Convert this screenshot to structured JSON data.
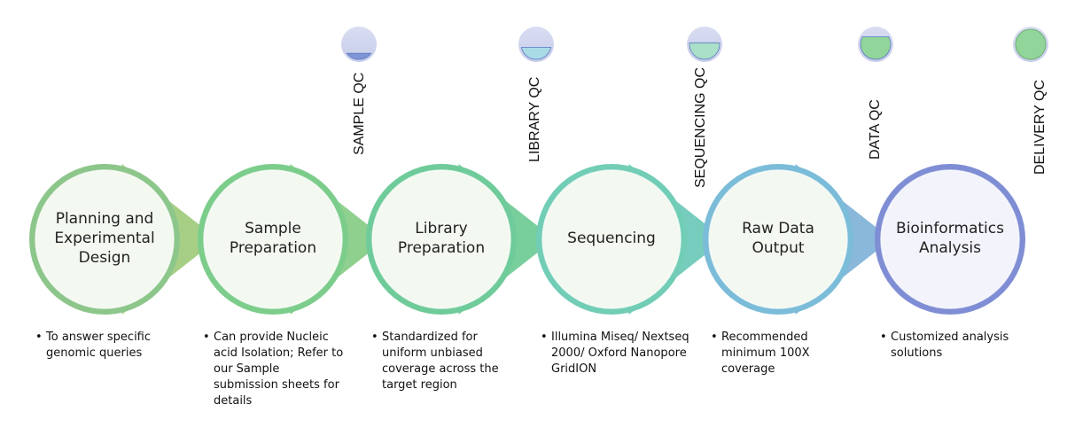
{
  "qc_checkpoints": [
    {
      "label": "SAMPLE QC",
      "level": 0.2,
      "color": "#7f95d6"
    },
    {
      "label": "LIBRARY QC",
      "level": 0.4,
      "color": "#a9dbe6"
    },
    {
      "label": "SEQUENCING QC",
      "level": 0.55,
      "color": "#a9e0c7"
    },
    {
      "label": "DATA QC",
      "level": 0.75,
      "color": "#92d59a"
    },
    {
      "label": "DELIVERY QC",
      "level": 1.0,
      "color": "#92d59a"
    }
  ],
  "stages": [
    {
      "title": "Planning and Experimental Design",
      "border": "#8dc68a",
      "arrow": "#a6cf85",
      "description": "To answer specific genomic queries"
    },
    {
      "title": "Sample Preparation",
      "border": "#7ccd8b",
      "arrow": "#8fd08f",
      "description": "Can provide  Nucleic acid Isolation; Refer to our Sample submission sheets for details"
    },
    {
      "title": "Library Preparation",
      "border": "#6fcb9a",
      "arrow": "#79cf9c",
      "description": "Standardized for uniform unbiased coverage across the target region"
    },
    {
      "title": "Sequencing",
      "border": "#72cdb6",
      "arrow": "#76cdbd",
      "description": "Illumina Miseq/ Nextseq 2000/ Oxford Nanopore  GridION"
    },
    {
      "title": "Raw Data Output",
      "border": "#7bbcd8",
      "arrow": "#89b8da",
      "description": "Recommended minimum  100X coverage"
    },
    {
      "title": "Bioinformatics Analysis",
      "border": "#7f8ed4",
      "arrow": null,
      "description": "Customized analysis solutions"
    }
  ]
}
